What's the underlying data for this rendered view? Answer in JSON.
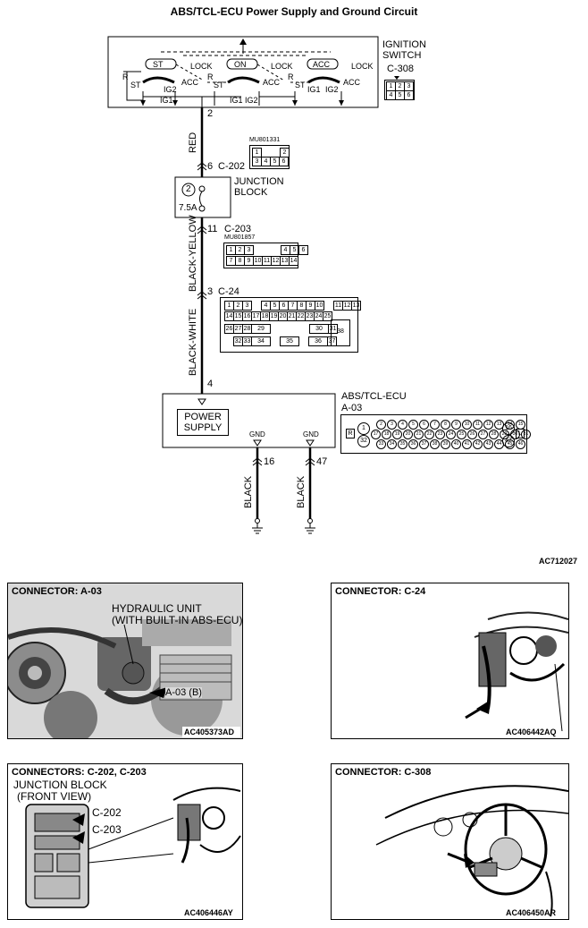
{
  "title": "ABS/TCL-ECU Power Supply and Ground Circuit",
  "ignition_switch": {
    "label_line1": "IGNITION",
    "label_line2": "SWITCH",
    "connector": "C-308",
    "pins_top": [
      "1",
      "2",
      "3"
    ],
    "pins_bottom": [
      "4",
      "5",
      "6"
    ],
    "positions": [
      "ST",
      "ON",
      "ACC"
    ],
    "lock": "LOCK",
    "acc": "ACC",
    "r": "R",
    "st": "ST",
    "ig1": "IG1",
    "ig2": "IG2",
    "out_pin": "2"
  },
  "wires": {
    "red": "RED",
    "black_yellow": "BLACK-YELLOW",
    "black_white": "BLACK-WHITE",
    "black": "BLACK"
  },
  "c202": {
    "pin": "6",
    "name": "C-202",
    "code": "MU801331",
    "pins_top": [
      "1",
      "",
      "2"
    ],
    "pins_bottom": [
      "3",
      "4",
      "5",
      "6"
    ]
  },
  "junction_block": {
    "line1": "JUNCTION",
    "line2": "BLOCK",
    "fuse_no": "2",
    "fuse_rating": "7.5A"
  },
  "c203": {
    "pin": "11",
    "name": "C-203",
    "code": "MU801857",
    "row1": [
      "1",
      "2",
      "3",
      "4",
      "5",
      "6"
    ],
    "row2": [
      "7",
      "8",
      "9",
      "10",
      "11",
      "12",
      "13",
      "14"
    ]
  },
  "c24": {
    "pin": "3",
    "name": "C-24",
    "row1": [
      "1",
      "2",
      "3",
      "4",
      "5",
      "6",
      "7",
      "8",
      "9",
      "10",
      "11",
      "12",
      "13"
    ],
    "row2": [
      "14",
      "15",
      "16",
      "17",
      "18",
      "19",
      "20",
      "21",
      "22",
      "23",
      "24",
      "25"
    ],
    "row3": [
      "26",
      "27",
      "28",
      "29",
      "30",
      "31"
    ],
    "row4": [
      "32",
      "33",
      "34",
      "35",
      "36",
      "37"
    ],
    "big": "38"
  },
  "ecu": {
    "name": "ABS/TCL-ECU",
    "connector": "A-03",
    "in_pin": "4",
    "power_line1": "POWER",
    "power_line2": "SUPPLY",
    "gnd": "GND",
    "gnd_pin1": "16",
    "gnd_pin2": "47",
    "r": "R",
    "l": "L",
    "left_pins": [
      "1",
      "32"
    ],
    "right_pins": [
      "16",
      "47"
    ],
    "row1": [
      "2",
      "3",
      "4",
      "5",
      "6",
      "7",
      "8",
      "9",
      "10",
      "11",
      "12",
      "13",
      "14",
      "15"
    ],
    "row2": [
      "17",
      "18",
      "19",
      "20",
      "21",
      "22",
      "23",
      "24",
      "25",
      "26",
      "27",
      "28",
      "29",
      "30",
      "31"
    ],
    "row3": [
      "33",
      "34",
      "35",
      "36",
      "37",
      "38",
      "39",
      "40",
      "41",
      "42",
      "43",
      "44",
      "45",
      "46"
    ]
  },
  "diagram_code": "AC712027",
  "panels": {
    "a03": {
      "title": "CONNECTOR: A-03",
      "line1": "HYDRAULIC UNIT",
      "line2": "(WITH BUILT-IN ABS-ECU)",
      "callout": "A-03 (B)",
      "code": "AC405373AD"
    },
    "c24": {
      "title": "CONNECTOR: C-24",
      "code": "AC406442AQ"
    },
    "c202": {
      "title": "CONNECTORS: C-202, C-203",
      "line1": "JUNCTION BLOCK",
      "line2": "(FRONT VIEW)",
      "callout1": "C-202",
      "callout2": "C-203",
      "code": "AC406446AY"
    },
    "c308": {
      "title": "CONNECTOR: C-308",
      "code": "AC406450AR"
    }
  }
}
